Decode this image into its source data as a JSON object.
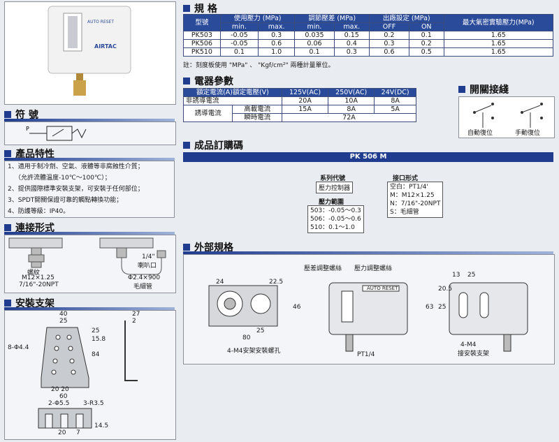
{
  "spec": {
    "title": "規 格",
    "headers": {
      "model": "型號",
      "use_pressure": "使用壓力 (MPa)",
      "adj_diff": "調節壓差 (MPa)",
      "factory": "出廠設定 (MPa)",
      "max_pressure": "最大氣密實驗壓力(MPa)"
    },
    "sub": {
      "min": "min.",
      "max": "max.",
      "off": "OFF",
      "on": "ON"
    },
    "rows": [
      {
        "model": "PK503",
        "umin": "-0.05",
        "umax": "0.3",
        "amin": "0.035",
        "amax": "0.15",
        "off": "0.2",
        "on": "0.1",
        "maxp": "1.65"
      },
      {
        "model": "PK506",
        "umin": "-0.05",
        "umax": "0.6",
        "amin": "0.06",
        "amax": "0.4",
        "off": "0.3",
        "on": "0.2",
        "maxp": "1.65"
      },
      {
        "model": "PK510",
        "umin": "0.1",
        "umax": "1.0",
        "amin": "0.1",
        "amax": "0.3",
        "off": "0.6",
        "on": "0.5",
        "maxp": "1.65"
      }
    ],
    "note": "註：刻度板使用 \"MPa\" 、 \"Kgf/cm²\" 兩種計量單位。"
  },
  "elec": {
    "title": "電器參數",
    "h1": "額定電流(A)額定電壓(V)",
    "h2": "125V(AC)",
    "h3": "250V(AC)",
    "h4": "24V(DC)",
    "r1": {
      "label": "非誘導電流",
      "v1": "20A",
      "v2": "10A",
      "v3": "8A"
    },
    "r2": {
      "label": "誘導電流",
      "sub": "高載電流",
      "v1": "15A",
      "v2": "8A",
      "v3": "5A"
    },
    "r3": {
      "sub": "瞬時電流",
      "v": "72A"
    }
  },
  "switch": {
    "title": "開關接綫",
    "auto": "自動復位",
    "manual": "手動復位"
  },
  "order": {
    "title": "成品訂購碼",
    "code": "PK 506 M",
    "series_label": "系列代號",
    "series_value": "壓力控制器",
    "conn_label": "接口形式",
    "conn_items": [
      "空白：PT1/4'",
      "M：M12×1.25",
      "N：7/16\"-20NPT",
      "S：毛細管"
    ],
    "range_label": "壓力範圍",
    "range_items": [
      "503：-0.05～0.3",
      "506：-0.05～0.6",
      "510：0.1～1.0"
    ]
  },
  "symbol": {
    "title": "符 號",
    "p": "P"
  },
  "features": {
    "title": "產品特性",
    "items": [
      "1、適用于制冷劑、空氣、液體等非腐蝕性介質；",
      "（允許流體溫度-10℃～100℃）；",
      "2、提供國際標準安裝支架，可安裝于任何部位；",
      "3、SPDT開關保證可靠的觸點轉換功能；",
      "4、防護等級：IP40。"
    ]
  },
  "connection": {
    "title": "連接形式",
    "thread_label": "螺紋",
    "thread1": "M12×1.25",
    "thread2": "7/16\"-20NPT",
    "cap_label1": "1/4\"",
    "cap_label2": "喇叭口",
    "cap_label3": "Φ2.4×900",
    "cap_label4": "毛細管"
  },
  "bracket": {
    "title": "安裝支架",
    "d40": "40",
    "d25": "25",
    "d2": "2",
    "d27": "27",
    "d8": "8-Φ4.4",
    "d84": "84",
    "d158": "15.8",
    "d25b": "25",
    "d2020": "20  20",
    "d60": "60",
    "d2phi": "2-Φ5.5",
    "d3r": "3-R3.5",
    "d20": "20",
    "d7": "7",
    "d145": "14.5"
  },
  "outer": {
    "title": "外部規格",
    "diff_screw": "壓差調整螺絲",
    "press_screw": "壓力調整螺絲",
    "auto_reset": "AUTO RESET",
    "d24": "24",
    "d225": "22.5",
    "d80": "80",
    "d25": "25",
    "d46": "46",
    "m4_1": "4-M4安架安裝螺孔",
    "pt": "PT1/4",
    "d13": "13",
    "d25b": "25",
    "d205": "20.5",
    "d25c": "25",
    "d63": "63",
    "m4_2": "4-M4",
    "m4_3": "接安裝支架"
  },
  "product": {
    "brand": "AIRTAC",
    "label": "AUTO RESET"
  }
}
